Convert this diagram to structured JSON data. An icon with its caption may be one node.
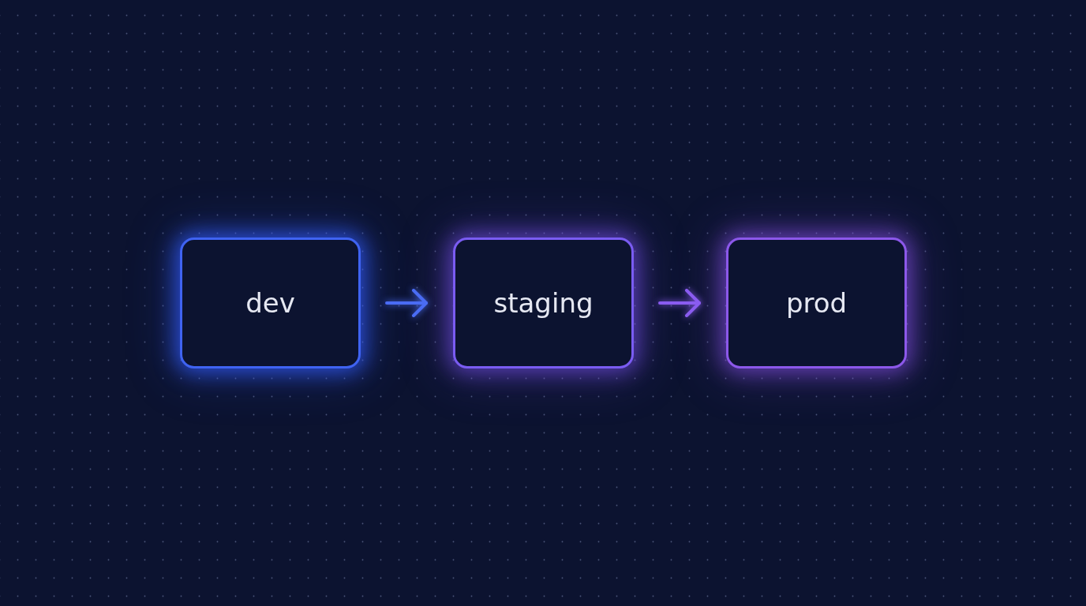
{
  "diagram": {
    "nodes": [
      {
        "text": [
          "dev"
        ]
      },
      {
        "text": [
          "staging"
        ]
      },
      {
        "text": [
          "prod"
        ]
      }
    ],
    "edges": [
      {
        "from": 0,
        "to": 1,
        "arrow": "to",
        "color": "#4a6cf4"
      },
      {
        "from": 1,
        "to": 2,
        "arrow": "to",
        "color": "#8a5cf0"
      }
    ]
  }
}
